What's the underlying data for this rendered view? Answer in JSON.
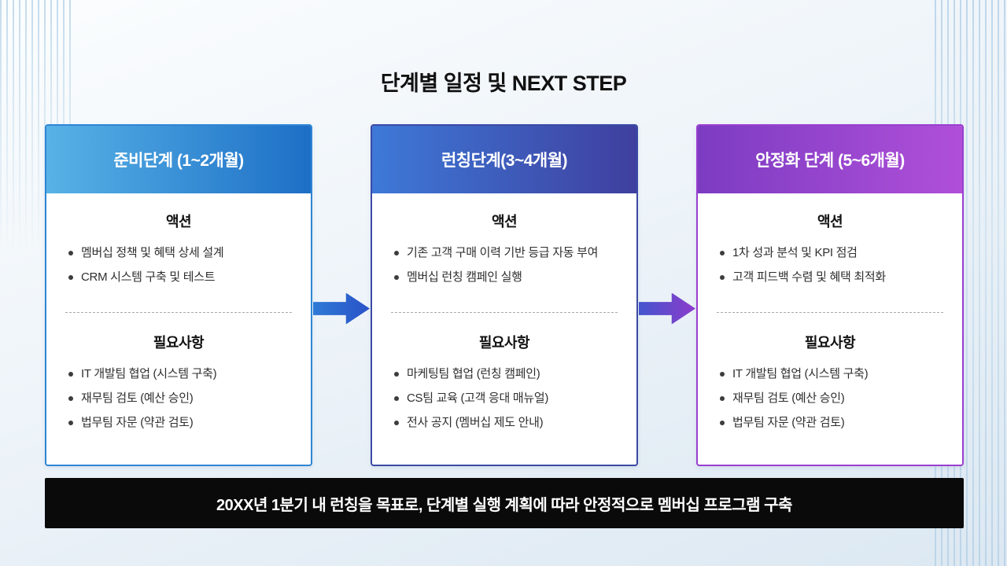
{
  "slide": {
    "title": "단계별 일정 및 NEXT STEP",
    "footer": "20XX년 1분기 내 런칭을 목표로, 단계별 실행 계획에 따라 안정적으로 멤버십 프로그램 구축"
  },
  "cards": [
    {
      "title": "준비단계 (1~2개월)",
      "action_heading": "액션",
      "actions": [
        "멤버십 정책 및 혜택 상세 설계",
        "CRM 시스템 구축 및 테스트"
      ],
      "needs_heading": "필요사항",
      "needs": [
        "IT 개발팀 협업 (시스템 구축)",
        "재무팀 검토 (예산 승인)",
        "법무팀 자문 (약관 검토)"
      ],
      "colors": {
        "header_start": "#58b2e6",
        "header_end": "#1d6fc6",
        "border": "#2e86d4"
      }
    },
    {
      "title": "런칭단계(3~4개월)",
      "action_heading": "액션",
      "actions": [
        "기존 고객 구매 이력 기반 등급 자동 부여",
        "멤버십 런칭 캠페인 실행"
      ],
      "needs_heading": "필요사항",
      "needs": [
        "마케팅팀 협업 (런칭 캠페인)",
        "CS팀 교육 (고객 응대 매뉴얼)",
        "전사 공지 (멤버십 제도 안내)"
      ],
      "colors": {
        "header_start": "#3e79d8",
        "header_end": "#3f3f9e",
        "border": "#3b4aa5"
      }
    },
    {
      "title": "안정화 단계 (5~6개월)",
      "action_heading": "액션",
      "actions": [
        "1차 성과 분석 및 KPI 점검",
        "고객 피드백 수렴 및 혜택 최적화"
      ],
      "needs_heading": "필요사항",
      "needs": [
        "IT 개발팀 협업 (시스템 구축)",
        "재무팀 검토 (예산 승인)",
        "법무팀 자문 (약관 검토)"
      ],
      "colors": {
        "header_start": "#7c3cc2",
        "header_end": "#b04fd9",
        "border": "#9a3fd0"
      }
    }
  ],
  "arrows": [
    {
      "start": "#2e7ad6",
      "end": "#2a52c8"
    },
    {
      "start": "#4455cd",
      "end": "#8c3ccc"
    }
  ]
}
